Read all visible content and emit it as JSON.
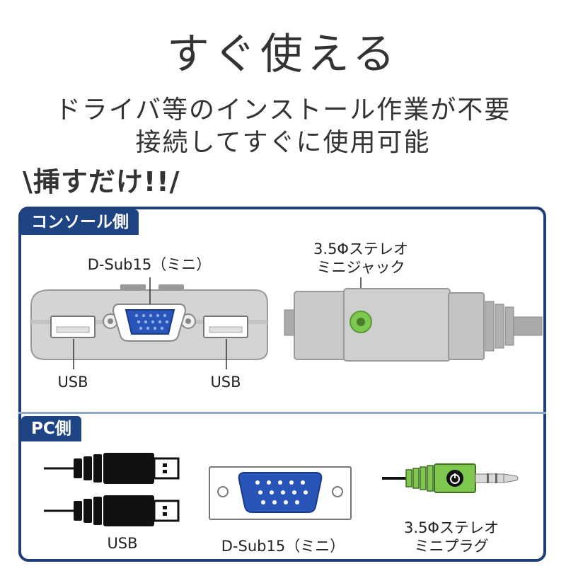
{
  "heading": {
    "title": "すぐ使える",
    "subtitle_line1": "ドライバ等のインストール作業が不要",
    "subtitle_line2": "接続してすぐに使用可能",
    "tagline": "\\挿すだけ!!/"
  },
  "console_section": {
    "tag": "コンソール側",
    "dsub_label": "D-Sub15（ミニ）",
    "usb_left_label": "USB",
    "usb_right_label": "USB",
    "jack_label_line1": "3.5Φステレオ",
    "jack_label_line2": "ミニジャック"
  },
  "pc_section": {
    "tag": "PC側",
    "usb_label": "USB",
    "dsub_label": "D-Sub15（ミニ）",
    "plug_label_line1": "3.5Φステレオ",
    "plug_label_line2": "ミニプラグ"
  },
  "colors": {
    "frame": "#1f3d78",
    "tag_bg": "#1e4484",
    "vga_blue": "#2a55b8",
    "jack_green": "#7ec850"
  },
  "icons": [
    "usb-port-icon",
    "vga-port-icon",
    "audio-jack-icon",
    "usb-cable-icon",
    "vga-connector-icon",
    "audio-plug-icon"
  ]
}
